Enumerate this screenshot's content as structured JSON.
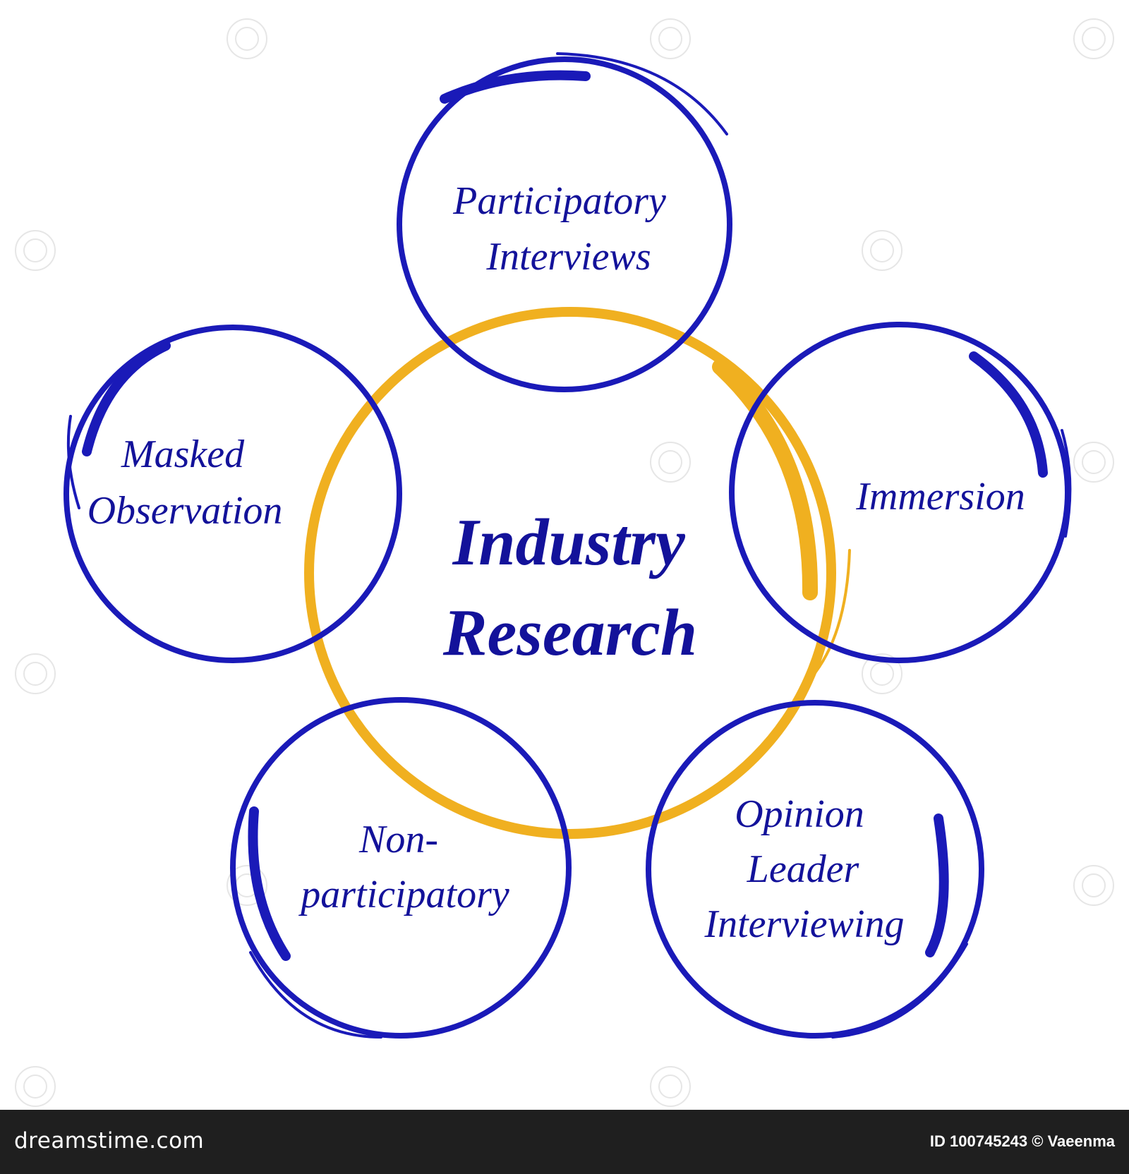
{
  "diagram": {
    "center": {
      "lines": [
        "Industry",
        "Research"
      ]
    },
    "nodes": [
      {
        "id": "participatory-interviews",
        "lines": [
          "Participatory",
          "Interviews"
        ]
      },
      {
        "id": "immersion",
        "lines": [
          "Immersion"
        ]
      },
      {
        "id": "opinion-leader-interviewing",
        "lines": [
          "Opinion",
          "Leader",
          "Interviewing"
        ]
      },
      {
        "id": "non-participatory",
        "lines": [
          "Non-",
          "participatory"
        ]
      },
      {
        "id": "masked-observation",
        "lines": [
          "Masked",
          "Observation"
        ]
      }
    ],
    "colors": {
      "node_ring": "#1a1ab8",
      "center_ring": "#f0b020",
      "text": "#13129a",
      "footer_bg": "#1f1f1f"
    }
  },
  "footer": {
    "brand": "dreamstime.com",
    "credit": "ID 100745243 © Vaeenma"
  }
}
